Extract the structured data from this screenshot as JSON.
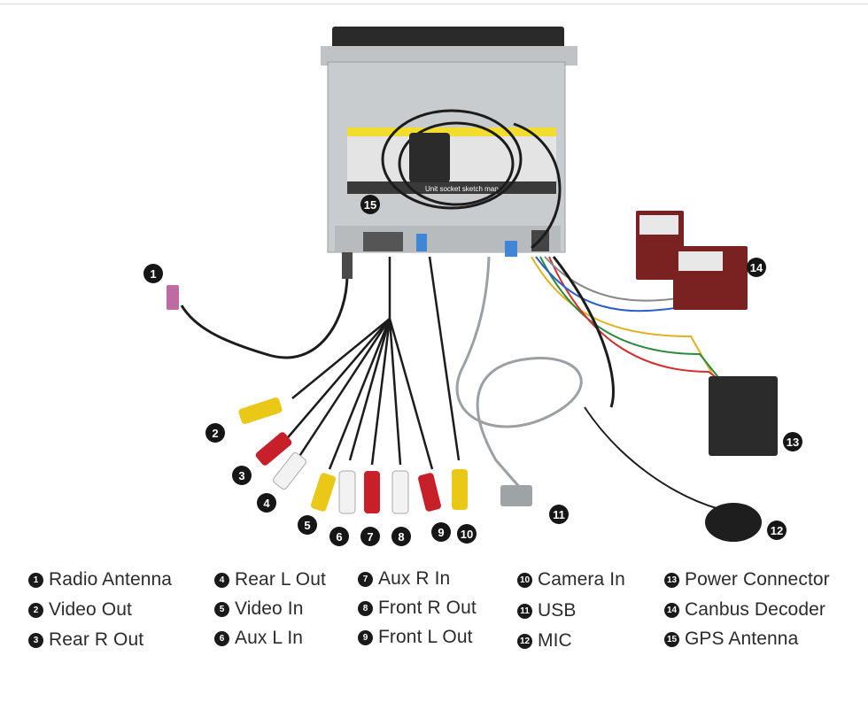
{
  "callouts": [
    {
      "num": "1"
    },
    {
      "num": "2"
    },
    {
      "num": "3"
    },
    {
      "num": "4"
    },
    {
      "num": "5"
    },
    {
      "num": "6"
    },
    {
      "num": "7"
    },
    {
      "num": "8"
    },
    {
      "num": "9"
    },
    {
      "num": "10"
    },
    {
      "num": "11"
    },
    {
      "num": "12"
    },
    {
      "num": "13"
    },
    {
      "num": "14"
    },
    {
      "num": "15"
    }
  ],
  "legend": [
    {
      "num": "1",
      "label": "Radio Antenna"
    },
    {
      "num": "2",
      "label": "Video Out"
    },
    {
      "num": "3",
      "label": "Rear R Out"
    },
    {
      "num": "4",
      "label": "Rear L Out"
    },
    {
      "num": "5",
      "label": "Video In"
    },
    {
      "num": "6",
      "label": "Aux L In"
    },
    {
      "num": "7",
      "label": "Aux R In"
    },
    {
      "num": "8",
      "label": "Front R Out"
    },
    {
      "num": "9",
      "label": "Front L Out"
    },
    {
      "num": "10",
      "label": "Camera In"
    },
    {
      "num": "11",
      "label": "USB"
    },
    {
      "num": "12",
      "label": "MIC"
    },
    {
      "num": "13",
      "label": "Power Connector"
    },
    {
      "num": "14",
      "label": "Canbus Decoder"
    },
    {
      "num": "15",
      "label": "GPS Antenna"
    }
  ],
  "unit_label": "Unit socket sketch map",
  "colors": {
    "red_rca": "#c8202a",
    "yellow_rca": "#e9c818",
    "white_rca": "#f2f2f2",
    "decoder": "#7a2222",
    "cable": "#1c1c1c"
  }
}
